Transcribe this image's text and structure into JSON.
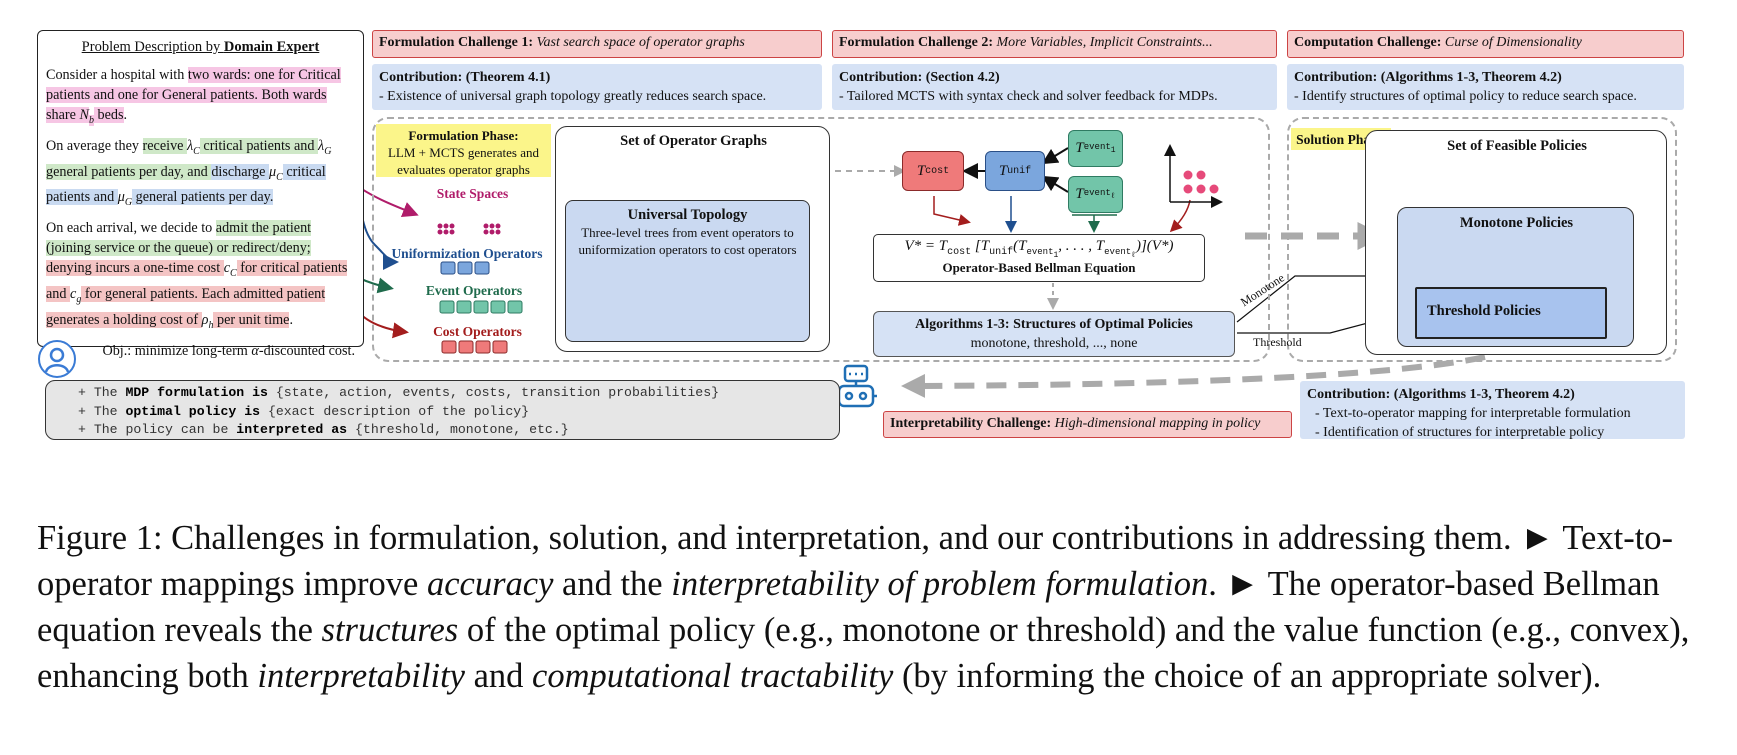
{
  "problem": {
    "title_prefix": "Problem Description by ",
    "title_bold": "Domain Expert",
    "p1": [
      "Consider a hospital with ",
      "two wards: one for Critical patients and one for General patients. Both wards share ",
      "N",
      "b",
      " beds",
      "."
    ],
    "p2": [
      "On average they ",
      "receive ",
      "λ",
      "C",
      " critical patients and ",
      "λ",
      "G",
      " general patients per day, and ",
      "discharge ",
      "μ",
      "C",
      " critical patients and ",
      "μ",
      "G",
      " general patients per day."
    ],
    "p3": [
      "On each arrival, we decide to ",
      "admit the patient (joining service or the queue) or redirect/deny;",
      " denying incurs a one-time cost ",
      "c",
      "C",
      " for critical patients and ",
      "c",
      "g",
      " for general patients.",
      " Each admitted patient generates a holding cost of ",
      "ρ",
      "h",
      " per unit time",
      "."
    ],
    "objective_prefix": "Obj.: minimize long-term ",
    "objective_alpha": "α",
    "objective_suffix": "-discounted cost."
  },
  "headers": {
    "h1": {
      "bold": "Formulation Challenge 1:",
      "italic": "Vast search space of operator graphs"
    },
    "h2": {
      "bold": "Formulation Challenge 2:",
      "italic": "More Variables, Implicit Constraints..."
    },
    "h3": {
      "bold": "Computation Challenge:",
      "italic": "Curse of Dimensionality"
    }
  },
  "contributions": {
    "c1": {
      "bold": "Contribution: (Theorem 4.1)",
      "text": "- Existence of universal graph topology greatly reduces search space."
    },
    "c2": {
      "bold": "Contribution: (Section 4.2)",
      "text": "- Tailored MCTS with syntax check and solver feedback for MDPs."
    },
    "c3": {
      "bold": "Contribution: (Algorithms 1-3, Theorem 4.2)",
      "text": "- Identify structures of optimal policy to reduce search space."
    },
    "c4": {
      "bold": "Contribution: (Algorithms 1-3, Theorem 4.2)",
      "line1": "- Text-to-operator mapping for interpretable formulation",
      "line2": "- Identification of structures for interpretable policy"
    }
  },
  "formulation_phase": {
    "bold": "Formulation Phase:",
    "text": "LLM + MCTS generates and evaluates operator graphs"
  },
  "operators": {
    "state": "State Spaces",
    "unif": "Uniformization Operators",
    "event": "Event Operators",
    "cost": "Cost Operators"
  },
  "operator_graphs": {
    "title": "Set of Operator Graphs",
    "universal_title": "Universal Topology",
    "universal_desc": "Three-level trees from event operators to uniformization operators to cost operators"
  },
  "nodes": {
    "t_cost": {
      "base": "T",
      "sub": "cost"
    },
    "t_unif": {
      "base": "T",
      "sub": "unif"
    },
    "t_event1": {
      "base": "T",
      "sub": "event",
      "subsub": "1"
    },
    "t_eventl": {
      "base": "T",
      "sub": "event",
      "subsub": "ℓ"
    }
  },
  "bellman": {
    "eq_lhs": "V* = T",
    "eq_cost": "cost",
    "eq_mid": " [T",
    "eq_unif": "unif",
    "eq_rest": "(T",
    "eq_e": "event",
    "eq_1": "1",
    "eq_dots": ", . . . , T",
    "eq_l": "ℓ",
    "eq_end": ")](V*)",
    "label": "Operator-Based Bellman Equation"
  },
  "algorithms": {
    "bold": "Algorithms 1-3: Structures of Optimal Policies",
    "text": "monotone, threshold, ..., none"
  },
  "solution_phase": {
    "label": "Solution Phase:"
  },
  "policies": {
    "feasible": "Set of Feasible Policies",
    "monotone": "Monotone Policies",
    "threshold": "Threshold Policies",
    "arrow_monotone": "Monotone",
    "arrow_threshold": "Threshold"
  },
  "output": {
    "l1_a": "+ The ",
    "l1_b": "MDP formulation is",
    "l1_c": " {state, action, events, costs, transition probabilities}",
    "l2_a": "+ The ",
    "l2_b": "optimal policy is",
    "l2_c": " {exact description of the policy}",
    "l3_a": "+ The policy can be ",
    "l3_b": "interpreted as",
    "l3_c": " {threshold, monotone, etc.}"
  },
  "interp_challenge": {
    "bold": "Interpretability Challenge:",
    "italic": "High-dimensional mapping in policy"
  },
  "caption": {
    "s1": "Figure 1: Challenges in formulation, solution, and interpretation, and our contributions in addressing them. ► Text-to-operator mappings improve ",
    "s1_i": "accuracy",
    "s2": " and the ",
    "s2_i": "interpretability of problem formulation",
    "s3": ". ► The operator-based Bellman equation reveals the ",
    "s3_i": "structures",
    "s4": " of the optimal policy (e.g., monotone or threshold) and the value function (e.g., convex), enhancing both ",
    "s4_i": "interpretability",
    "s5": " and ",
    "s5_i": "computational tractability",
    "s6": " (by informing the choice of an appropriate solver)."
  },
  "colors": {
    "red_fill": "#f7cdcd",
    "red_border": "#cc4444",
    "blue_fill": "#d6e2f5",
    "yellow": "#fbf58a",
    "pink": "#f6c6e4",
    "green": "#cfe8c8",
    "node_red": "#ef7a7a",
    "node_blue": "#7ba6dd",
    "node_green": "#72c5a9"
  }
}
